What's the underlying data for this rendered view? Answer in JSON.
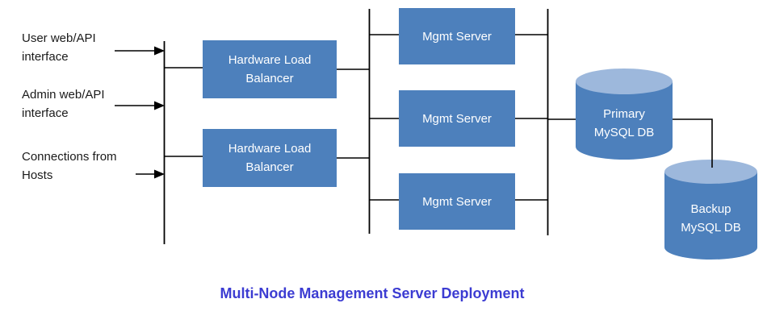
{
  "diagram": {
    "title": "Multi-Node Management Server Deployment",
    "inputs": [
      {
        "line1": "User web/API",
        "line2": "interface"
      },
      {
        "line1": "Admin web/API",
        "line2": "interface"
      },
      {
        "line1": "Connections from",
        "line2": "Hosts"
      }
    ],
    "load_balancers": [
      {
        "line1": "Hardware Load",
        "line2": "Balancer"
      },
      {
        "line1": "Hardware Load",
        "line2": "Balancer"
      }
    ],
    "mgmt_servers": [
      {
        "label": "Mgmt Server"
      },
      {
        "label": "Mgmt Server"
      },
      {
        "label": "Mgmt Server"
      }
    ],
    "databases": [
      {
        "line1": "Primary",
        "line2": "MySQL DB"
      },
      {
        "line1": "Backup",
        "line2": "MySQL DB"
      }
    ],
    "colors": {
      "node_fill": "#4d80bc",
      "cylinder_top": "#9db8dc",
      "connector_line": "#000000",
      "title_text": "#3c3cd2",
      "label_text": "#1a1a1a"
    }
  }
}
